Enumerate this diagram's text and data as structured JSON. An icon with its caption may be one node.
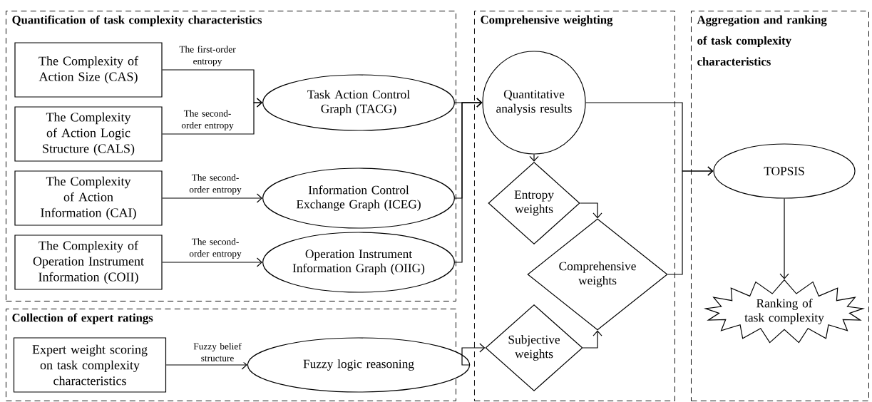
{
  "diagram": {
    "nodes": [
      {
        "text": [
          "Quantification of task complexity characteristics"
        ]
      },
      {
        "text": [
          "The Complexity of Action Size (CAS)"
        ],
        "in": 0
      },
      {
        "text": [
          "The Complexity of Action Logic Structure (CALS)"
        ],
        "in": 0
      },
      {
        "text": [
          "The Complexity of Action Information (CAI)"
        ],
        "in": 0
      },
      {
        "text": [
          "The Complexity of Operation Instrument Information (COII)"
        ],
        "in": 0
      },
      {
        "text": [
          "Task Action Control Graph (TACG)"
        ],
        "in": 0
      },
      {
        "text": [
          "Information Control Exchange Graph (ICEG)"
        ],
        "in": 0
      },
      {
        "text": [
          "Operation Instrument Information Graph (OIIG)"
        ],
        "in": 0
      },
      {
        "text": [
          "Collection of expert ratings"
        ]
      },
      {
        "text": [
          "Expert weight scoring on task complexity characteristics"
        ],
        "in": 8
      },
      {
        "text": [
          "Fuzzy logic reasoning"
        ],
        "in": 8
      },
      {
        "text": [
          "Comprehensive weighting"
        ]
      },
      {
        "text": [
          "Quantitative analysis results"
        ],
        "in": 11
      },
      {
        "text": [
          "Entropy weights"
        ],
        "in": 11
      },
      {
        "text": [
          "Comprehensive weights"
        ],
        "in": 11
      },
      {
        "text": [
          "Subjective weights"
        ],
        "in": 11
      },
      {
        "text": [
          "Aggregation and ranking of task complexity characteristics"
        ]
      },
      {
        "text": [
          "TOPSIS"
        ],
        "in": 16
      },
      {
        "text": [
          "Ranking of task complexity"
        ],
        "in": 16
      }
    ],
    "edges": [
      {
        "from": 1,
        "to": 5,
        "arrow": "to",
        "label": "The first-order entropy"
      },
      {
        "from": 2,
        "to": 5,
        "arrow": "to",
        "label": "The second-order entropy"
      },
      {
        "from": 3,
        "to": 6,
        "arrow": "to",
        "label": "The second-order entropy"
      },
      {
        "from": 4,
        "to": 7,
        "arrow": "to",
        "label": "The second-order entropy"
      },
      {
        "from": 9,
        "to": 10,
        "arrow": "to",
        "label": "Fuzzy belief structure"
      },
      {
        "from": 5,
        "to": 12,
        "arrow": "to"
      },
      {
        "from": 6,
        "to": 12,
        "arrow": "to"
      },
      {
        "from": 7,
        "to": 12,
        "arrow": "to"
      },
      {
        "from": 10,
        "to": 15,
        "arrow": "to"
      },
      {
        "from": 12,
        "to": 13,
        "arrow": "to"
      },
      {
        "from": 13,
        "to": 14,
        "arrow": "to"
      },
      {
        "from": 15,
        "to": 14,
        "arrow": "to"
      },
      {
        "from": 12,
        "to": 17,
        "arrow": "to"
      },
      {
        "from": 14,
        "to": 17,
        "arrow": "to"
      },
      {
        "from": 17,
        "to": 18,
        "arrow": "to"
      }
    ]
  }
}
